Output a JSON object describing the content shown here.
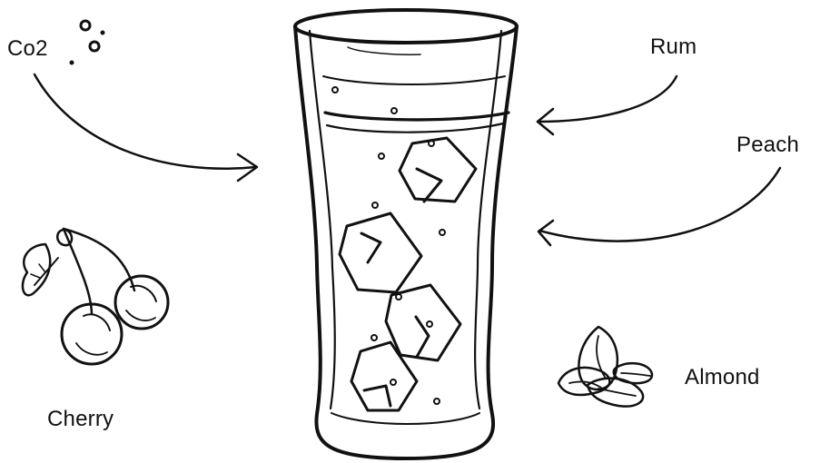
{
  "labels": {
    "co2": "Co2",
    "rum": "Rum",
    "peach": "Peach",
    "cherry": "Cherry",
    "almond": "Almond"
  },
  "colors": {
    "ink": "#111111",
    "background": "#ffffff"
  },
  "icons": {
    "glass": "glass-icon",
    "ice": "ice-cube-icon",
    "bubbles": "bubbles-icon",
    "cherry": "cherry-icon",
    "almond": "almond-icon",
    "arrow": "arrow-icon"
  }
}
